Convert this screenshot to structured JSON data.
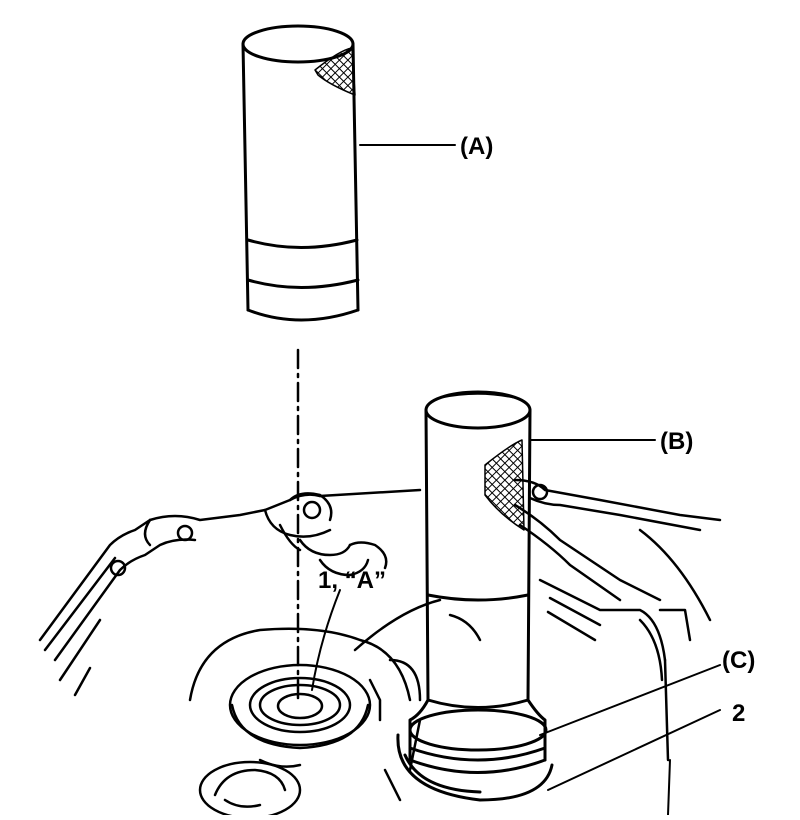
{
  "labels": {
    "tool_a": "(A)",
    "tool_b": "(B)",
    "tool_c": "(C)",
    "part_1": "1, “A”",
    "part_2": "2"
  },
  "colors": {
    "ink": "#000000",
    "paper": "#ffffff"
  }
}
